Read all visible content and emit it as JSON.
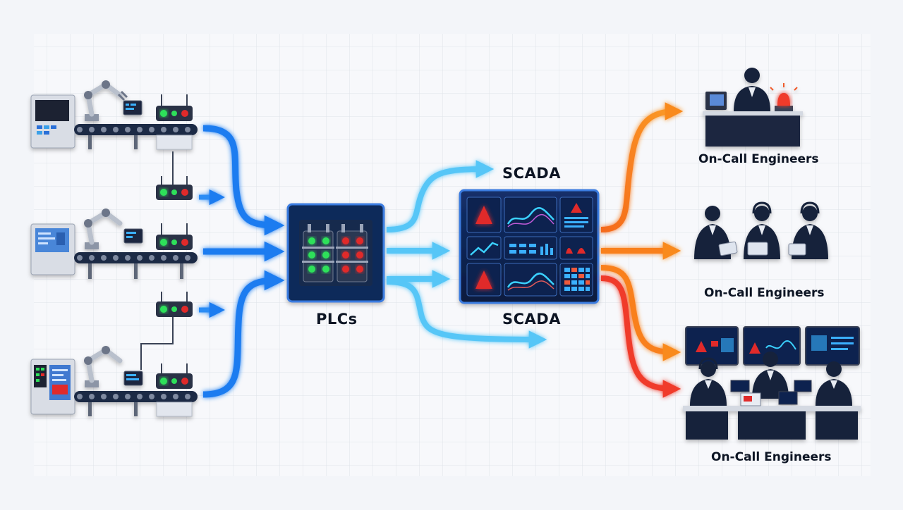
{
  "labels": {
    "plcs": "PLCs",
    "scada_top": "SCADA",
    "scada_bottom": "SCADA",
    "oncall_1": "On-Call Engineers",
    "oncall_2": "On-Call Engineers",
    "oncall_3": "On-Call Engineers"
  },
  "colors": {
    "background": "#f3f5f9",
    "grid": "#dfe3ea",
    "flow_blue": "#1a7cf0",
    "flow_cyan": "#56c6f7",
    "flow_orange": "#f98a1c",
    "flow_red": "#f03a2a",
    "panel_navy": "#0f2b5a",
    "led_green": "#2ee05a",
    "led_red": "#e02a2a",
    "figure_dark": "#16213a"
  }
}
